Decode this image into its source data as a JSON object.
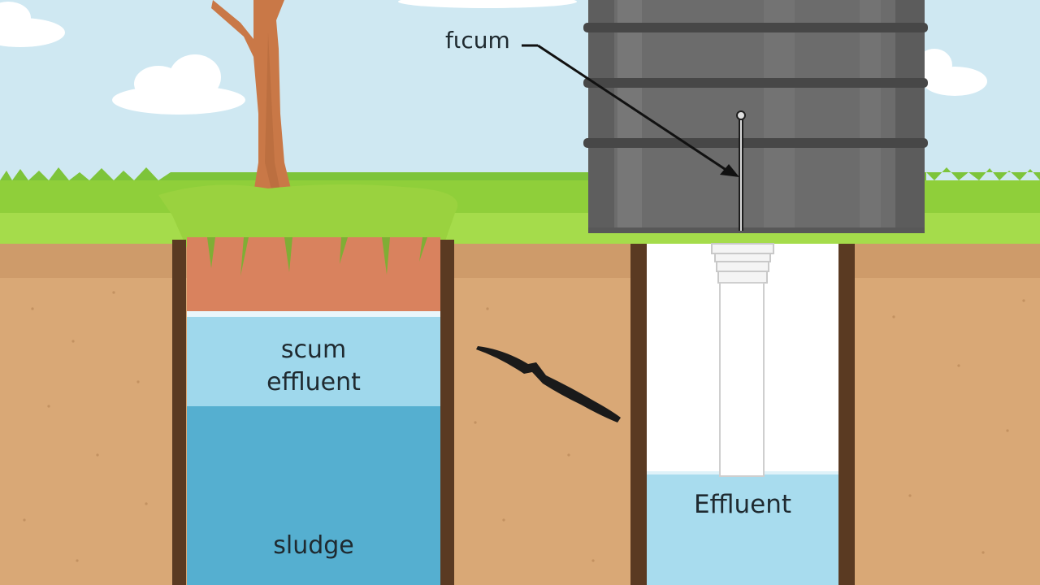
{
  "labels": {
    "tank_pointer": "fιcum",
    "scum": "scum",
    "effluent_left": "effluent",
    "sludge": "sludge",
    "effluent_right": "Effluent"
  },
  "colors": {
    "sky": "#cfe8f2",
    "grass": "#8fcf3a",
    "soil": "#d9a876",
    "topsoil": "#d9825e",
    "scum_water": "#9fd8ec",
    "sludge_water": "#55afd0",
    "tank": "#6c6c6c",
    "pit_wall": "#5a3a22"
  }
}
